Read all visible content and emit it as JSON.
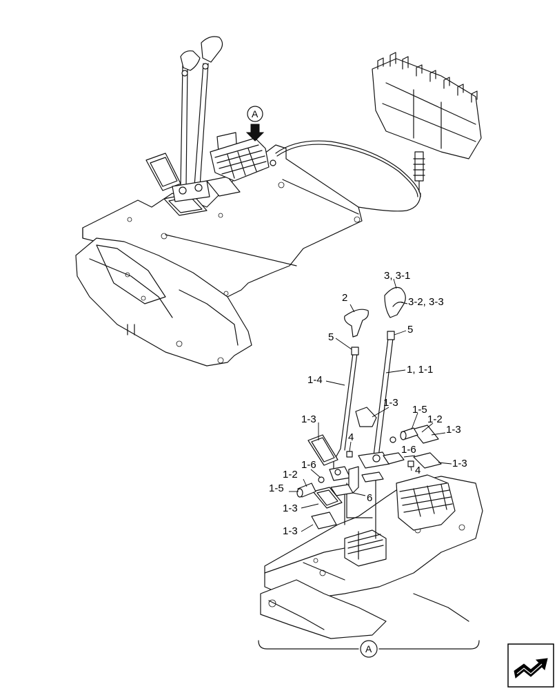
{
  "detail_callout": "A",
  "labels": {
    "lever_right": "3, 3-1",
    "knob_right_parts": "3-2, 3-3",
    "knob_left": "2",
    "rod_left_end": "5",
    "rod_right_end": "5",
    "lever_left": "1-4",
    "lever_right_rod": "1, 1-1",
    "pad_center": "1-3",
    "pin_right": "1-5",
    "washer_right": "1-2",
    "pad_right_top": "1-3",
    "pad_left_top": "1-3",
    "bolt_left": "4",
    "clip_right": "1-6",
    "bolt_right": "4",
    "pad_right_low": "1-3",
    "clip_left": "1-6",
    "washer_left": "1-2",
    "pin_left": "1-5",
    "pad_left_mid": "1-3",
    "pad_left_low": "1-3",
    "bracket": "6"
  },
  "nav_icon": "next-page-arrow-icon"
}
